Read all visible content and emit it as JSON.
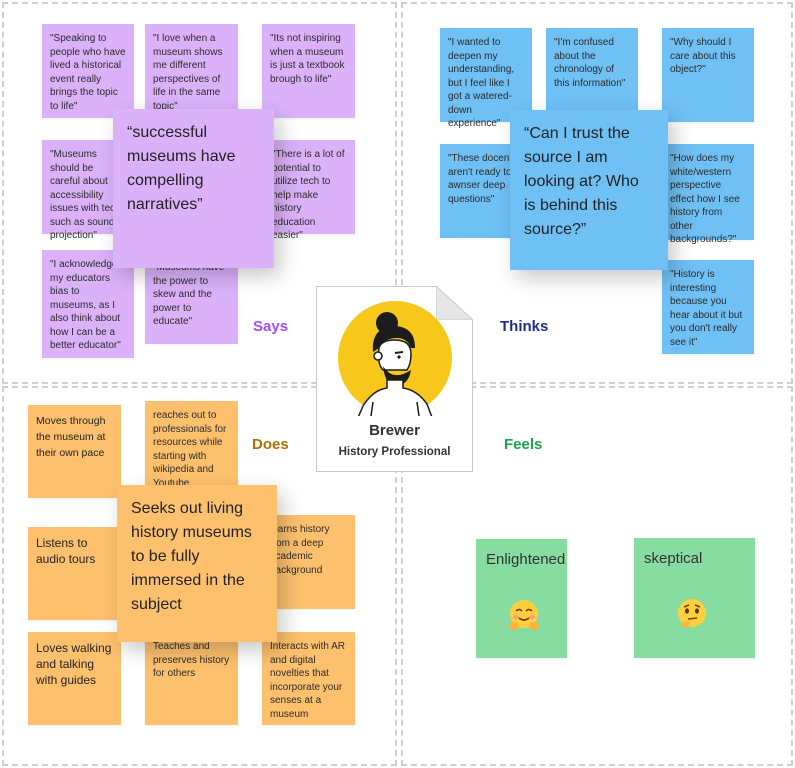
{
  "persona": {
    "name": "Brewer",
    "role": "History Professional"
  },
  "quadrant_labels": {
    "says": "Says",
    "thinks": "Thinks",
    "does": "Does",
    "feels": "Feels"
  },
  "colors": {
    "says": "#a24bff",
    "thinks": "#1e2c8f",
    "does": "#b06f00",
    "feels": "#19a34a",
    "purple_note": "#dbb2fa",
    "blue_note": "#6fc0f5",
    "orange_note": "#fdc06d",
    "green_note": "#86dd9f"
  },
  "says": {
    "notes": [
      "\"Speaking to people who have lived a historical event really brings the topic to life\"",
      "\"I love when a museum shows me different perspectives of life in the same topic\"",
      "\"Its not inspiring when a museum is just a textbook brough to life\"",
      "\"Museums should be careful about accessibility issues with tech such as sound projection\"",
      "\"There is a lot of potential to utilize tech to help make history education easier\"",
      "\"I acknowledge my educators bias to museums, as I also think about how I can be a better educator\"",
      "\"Museums have the power to skew and the power to educate\""
    ],
    "highlight": "“successful museums have compelling narratives”"
  },
  "thinks": {
    "notes": [
      "\"I wanted to deepen my understanding, but I feel like I got a watered-down experience\"",
      "\"I'm confused about the chronology of this information\"",
      "\"Why should I care about this object?\"",
      "\"These docents aren't ready to awnser deep questions\"",
      "\"How does my white/western perspective effect how I see history from other backgrounds?\"",
      "\"History is interesting because you hear about it but you don't really see it\""
    ],
    "highlight": "“Can I trust the source I am looking at? Who is behind this source?”"
  },
  "does": {
    "notes": [
      "Moves through the museum at their own pace",
      "reaches out to professionals for resources while starting with wikipedia and Youtube",
      "Listens to audio tours",
      "learns history from a deep academic background",
      "Loves walking and talking with guides",
      "Teaches and preserves history for others",
      "Interacts with AR and digital novelties that incorporate your senses at a museum"
    ],
    "highlight": "Seeks out living history museums to be fully immersed in the subject"
  },
  "feels": {
    "notes": [
      {
        "label": "Enlightened",
        "icon": "smiling-hug-emoji-icon"
      },
      {
        "label": "skeptical",
        "icon": "thinking-face-emoji-icon"
      }
    ]
  }
}
